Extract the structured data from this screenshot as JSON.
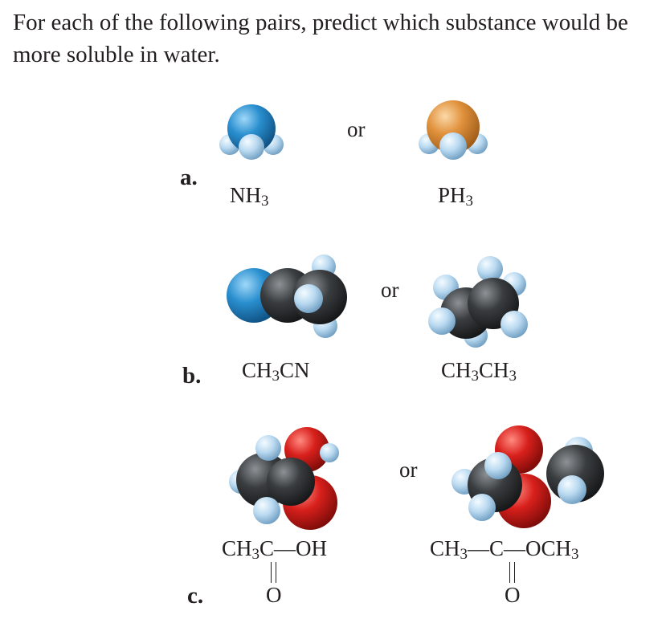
{
  "question": "For each of the following pairs, predict which substance would be more soluble in water.",
  "connector": "or",
  "items": [
    {
      "label": "a.",
      "left": {
        "parts": [
          "NH",
          "3"
        ],
        "atoms": [
          "N",
          "H"
        ]
      },
      "right": {
        "parts": [
          "PH",
          "3"
        ],
        "atoms": [
          "P",
          "H"
        ]
      }
    },
    {
      "label": "b.",
      "left": {
        "parts": [
          "CH",
          "3",
          "CN"
        ],
        "atoms": [
          "N",
          "C",
          "H"
        ]
      },
      "right": {
        "parts": [
          "CH",
          "3",
          "CH",
          "3"
        ],
        "atoms": [
          "C",
          "H"
        ]
      }
    },
    {
      "label": "c.",
      "left": {
        "parts": [
          "CH",
          "3",
          "C",
          "—",
          "OH"
        ],
        "carbonyl_O": "O",
        "atoms": [
          "C",
          "O",
          "H"
        ]
      },
      "right": {
        "parts": [
          "CH",
          "3",
          "—",
          "C",
          "—",
          "OCH",
          "3"
        ],
        "carbonyl_O": "O",
        "atoms": [
          "C",
          "O",
          "H"
        ]
      }
    }
  ],
  "colors": {
    "nitrogen": "#2a8fcf",
    "phosphorus": "#e0913c",
    "carbon": "#3a3d40",
    "hydrogen": "#b9d9f0",
    "oxygen": "#d8201c"
  }
}
